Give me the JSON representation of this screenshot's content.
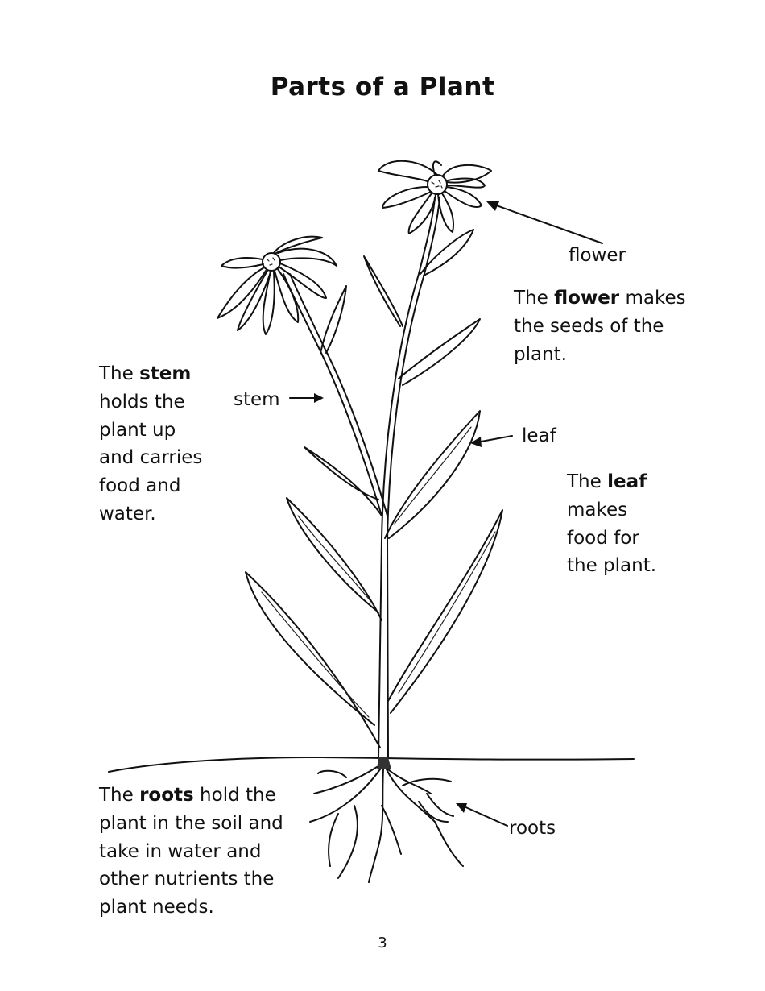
{
  "page": {
    "title": "Parts of a Plant",
    "page_number": "3"
  },
  "labels": {
    "flower": "flower",
    "stem": "stem",
    "leaf": "leaf",
    "roots": "roots"
  },
  "descriptions": {
    "flower": {
      "pre": "The ",
      "bold": "flower",
      "lines": [
        " makes",
        "the seeds of the",
        "plant."
      ]
    },
    "stem": {
      "pre": "The ",
      "bold": "stem",
      "lines": [
        "holds the",
        "plant up",
        "and carries",
        "food and",
        "water."
      ]
    },
    "leaf": {
      "pre": "The ",
      "bold": "leaf",
      "lines": [
        "makes",
        "food for",
        "the plant."
      ]
    },
    "roots": {
      "pre": "The ",
      "bold": "roots",
      "lines": [
        " hold the",
        "plant in the soil and",
        "take in water and",
        "other nutrients the",
        "plant needs."
      ]
    }
  }
}
